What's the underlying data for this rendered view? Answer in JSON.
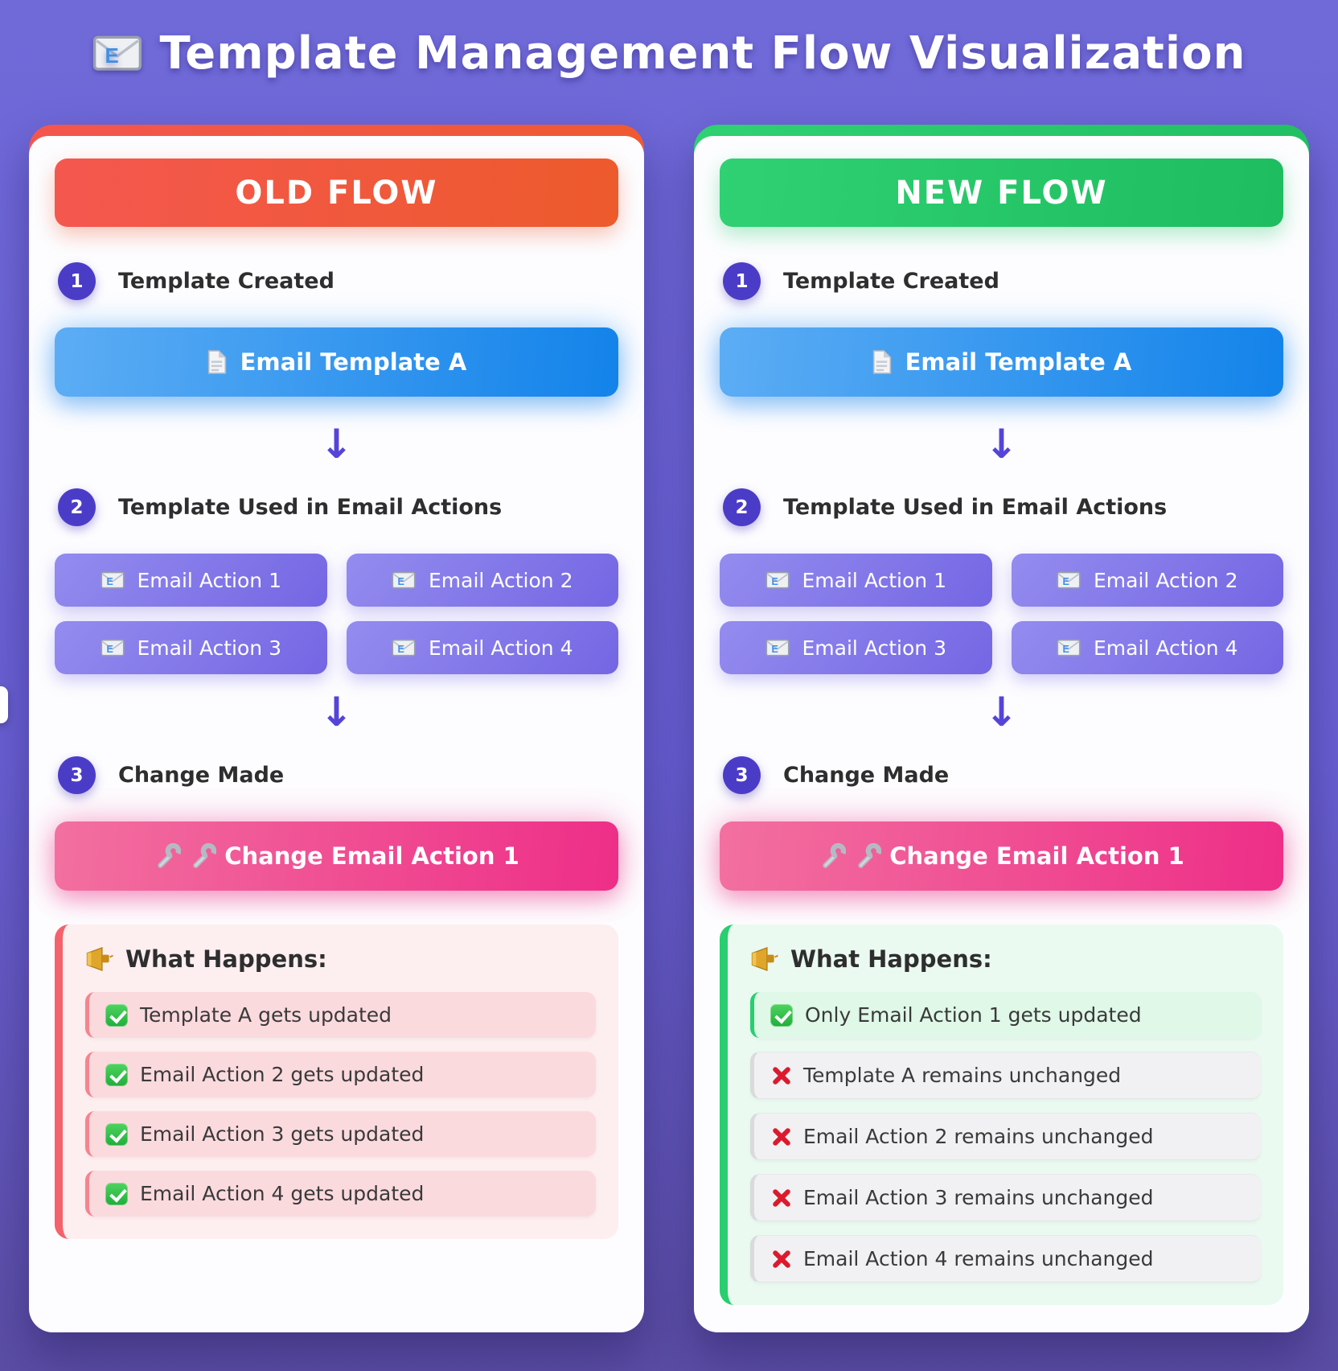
{
  "title": {
    "icon": "email-icon",
    "text": "Template Management Flow Visualization"
  },
  "colors": {
    "background_top": "#706ad9",
    "background_bottom": "#5a4da3",
    "old_accent": "#ee5a2d",
    "new_accent": "#27ce6c",
    "template_blue": "#1383ea",
    "action_purple": "#7c6fe6",
    "change_pink": "#ee2e88",
    "step_circle": "#4b3cc8",
    "check_green": "#2eb83c",
    "cross_red": "#dc1a2e"
  },
  "columns": [
    {
      "header": "OLD FLOW",
      "steps": [
        {
          "num": "1",
          "label": "Template Created"
        },
        {
          "num": "2",
          "label": "Template Used in Email Actions"
        },
        {
          "num": "3",
          "label": "Change Made"
        }
      ],
      "template_button": {
        "icon": "document-icon",
        "label": "Email Template A"
      },
      "arrow": "↓",
      "actions": [
        {
          "icon": "email-icon",
          "label": "Email Action 1"
        },
        {
          "icon": "email-icon",
          "label": "Email Action 2"
        },
        {
          "icon": "email-icon",
          "label": "Email Action 3"
        },
        {
          "icon": "email-icon",
          "label": "Email Action 4"
        }
      ],
      "change_button": {
        "icons": [
          "wrench-icon",
          "wrench-icon"
        ],
        "label": "Change Email Action 1"
      },
      "happens": {
        "icon": "megaphone-icon",
        "title": "What Happens:",
        "items": [
          {
            "icon": "check",
            "text": "Template A gets updated"
          },
          {
            "icon": "check",
            "text": "Email Action 2 gets updated"
          },
          {
            "icon": "check",
            "text": "Email Action 3 gets updated"
          },
          {
            "icon": "check",
            "text": "Email Action 4 gets updated"
          }
        ]
      }
    },
    {
      "header": "NEW FLOW",
      "steps": [
        {
          "num": "1",
          "label": "Template Created"
        },
        {
          "num": "2",
          "label": "Template Used in Email Actions"
        },
        {
          "num": "3",
          "label": "Change Made"
        }
      ],
      "template_button": {
        "icon": "document-icon",
        "label": "Email Template A"
      },
      "arrow": "↓",
      "actions": [
        {
          "icon": "email-icon",
          "label": "Email Action 1"
        },
        {
          "icon": "email-icon",
          "label": "Email Action 2"
        },
        {
          "icon": "email-icon",
          "label": "Email Action 3"
        },
        {
          "icon": "email-icon",
          "label": "Email Action 4"
        }
      ],
      "change_button": {
        "icons": [
          "wrench-icon",
          "wrench-icon"
        ],
        "label": "Change Email Action 1"
      },
      "happens": {
        "icon": "megaphone-icon",
        "title": "What Happens:",
        "items": [
          {
            "icon": "check",
            "text": "Only Email Action 1 gets updated"
          },
          {
            "icon": "cross",
            "text": "Template A remains unchanged"
          },
          {
            "icon": "cross",
            "text": "Email Action 2 remains unchanged"
          },
          {
            "icon": "cross",
            "text": "Email Action 3 remains unchanged"
          },
          {
            "icon": "cross",
            "text": "Email Action 4 remains unchanged"
          }
        ]
      }
    }
  ]
}
